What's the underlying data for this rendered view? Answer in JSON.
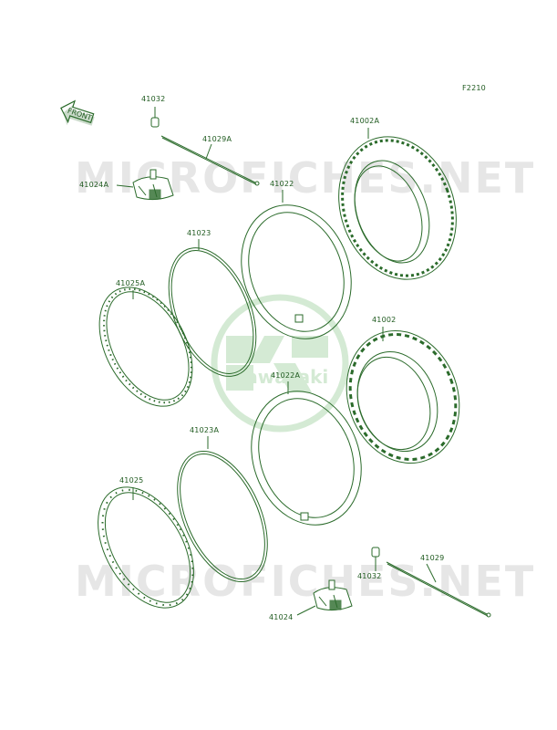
{
  "diagram_code": "F2210",
  "front_label": "FRONT",
  "watermark": "MICROFICHES.NET",
  "logo_text": "Kawasaki",
  "colors": {
    "line": "#2b6b2b",
    "label": "#1f5a1f",
    "watermark": "#e6e6e6",
    "logo": "#d4ead4"
  },
  "part_labels": {
    "p41032_top": "41032",
    "p41029A": "41029A",
    "p41024A": "41024A",
    "p41022": "41022",
    "p41002A": "41002A",
    "p41023": "41023",
    "p41025A": "41025A",
    "p41002": "41002",
    "p41022A": "41022A",
    "p41023A": "41023A",
    "p41025": "41025",
    "p41029": "41029",
    "p41032_bottom": "41032",
    "p41024": "41024"
  }
}
